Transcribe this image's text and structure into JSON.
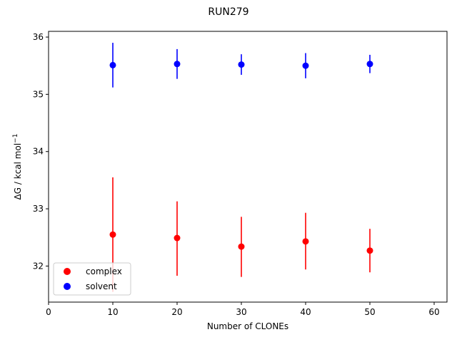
{
  "chart_data": {
    "type": "scatter",
    "title": "RUN279",
    "xlabel": "Number of CLONEs",
    "ylabel": "ΔG / kcal mol",
    "ylabel_superscript": "−1",
    "xlim": [
      0,
      62
    ],
    "ylim": [
      31.37,
      36.1
    ],
    "xticks": [
      0,
      10,
      20,
      30,
      40,
      50,
      60
    ],
    "yticks": [
      32,
      33,
      34,
      35,
      36
    ],
    "grid": false,
    "legend_position": "lower-left",
    "series": [
      {
        "name": "complex",
        "color": "#ff0000",
        "x": [
          10,
          20,
          30,
          40,
          50
        ],
        "y": [
          32.55,
          32.49,
          32.34,
          32.43,
          32.27
        ],
        "yerr_low": [
          31.55,
          31.83,
          31.81,
          31.94,
          31.89
        ],
        "yerr_high": [
          33.55,
          33.13,
          32.86,
          32.93,
          32.65
        ]
      },
      {
        "name": "solvent",
        "color": "#0000ff",
        "x": [
          10,
          20,
          30,
          40,
          50
        ],
        "y": [
          35.51,
          35.53,
          35.52,
          35.5,
          35.53
        ],
        "yerr_low": [
          35.12,
          35.27,
          35.34,
          35.28,
          35.37
        ],
        "yerr_high": [
          35.9,
          35.79,
          35.7,
          35.72,
          35.69
        ]
      }
    ]
  }
}
